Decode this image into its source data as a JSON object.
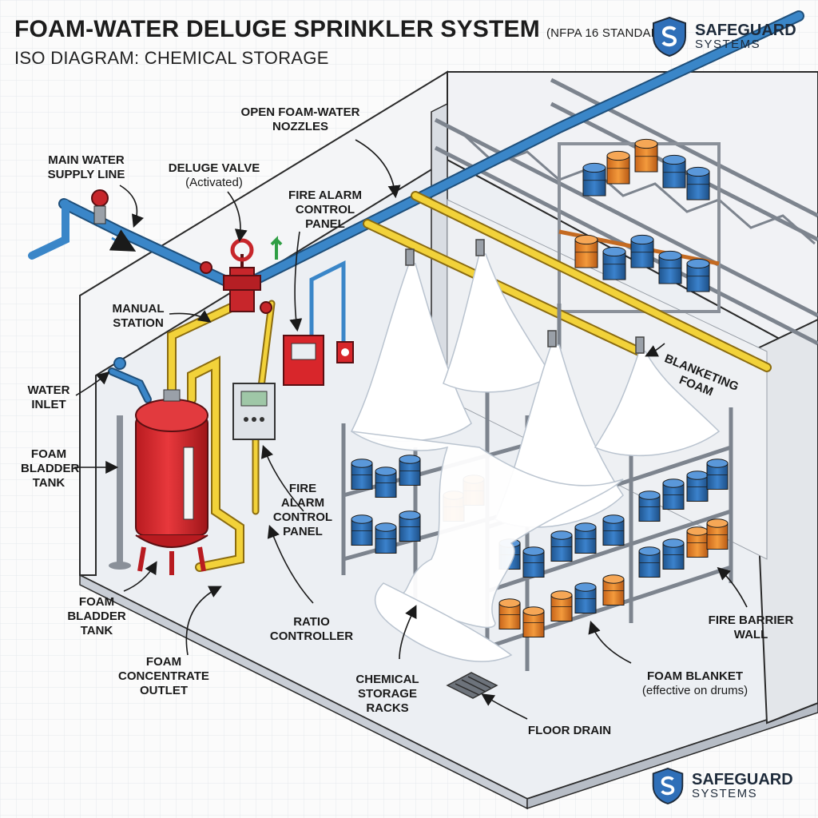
{
  "header": {
    "title": "FOAM-WATER DELUGE SPRINKLER SYSTEM",
    "standard": "(NFPA 16 STANDARD)",
    "subtitle": "ISO DIAGRAM: CHEMICAL STORAGE"
  },
  "brand": {
    "name": "SAFEGUARD",
    "sub": "SYSTEMS"
  },
  "labels": {
    "open_nozzles": "OPEN FOAM-WATER\nNOZZLES",
    "main_supply": "MAIN WATER\nSUPPLY LINE",
    "deluge_valve": "DELUGE VALVE",
    "deluge_valve_note": "(Activated)",
    "fire_alarm_top": "FIRE ALARM\nCONTROL\nPANEL",
    "manual_station": "MANUAL\nSTATION",
    "water_inlet": "WATER\nINLET",
    "bladder_left": "FOAM\nBLADDER\nTANK",
    "bladder_bottom": "FOAM\nBLADDER\nTANK",
    "fire_alarm_mid": "FIRE\nALARM\nCONTROL\nPANEL",
    "ratio_controller": "RATIO\nCONTROLLER",
    "concentrate_outlet": "FOAM\nCONCENTRATE\nOUTLET",
    "chemical_racks": "CHEMICAL\nSTORAGE\nRACKS",
    "floor_drain": "FLOOR DRAIN",
    "foam_blanket": "FOAM BLANKET",
    "foam_blanket_note": "(effective on drums)",
    "fire_barrier": "FIRE BARRIER\nWALL",
    "blanketing_foam": "BLANKETING FOAM"
  },
  "colors": {
    "water_pipe": "#3a86c8",
    "foam_pipe": "#f2d23a",
    "tank_red": "#d8262b",
    "drum_blue": "#2f6fb8",
    "drum_orange": "#e8842a",
    "rack_grey": "#8a9099",
    "floor": "#eef0f3",
    "foam": "#ffffff"
  }
}
